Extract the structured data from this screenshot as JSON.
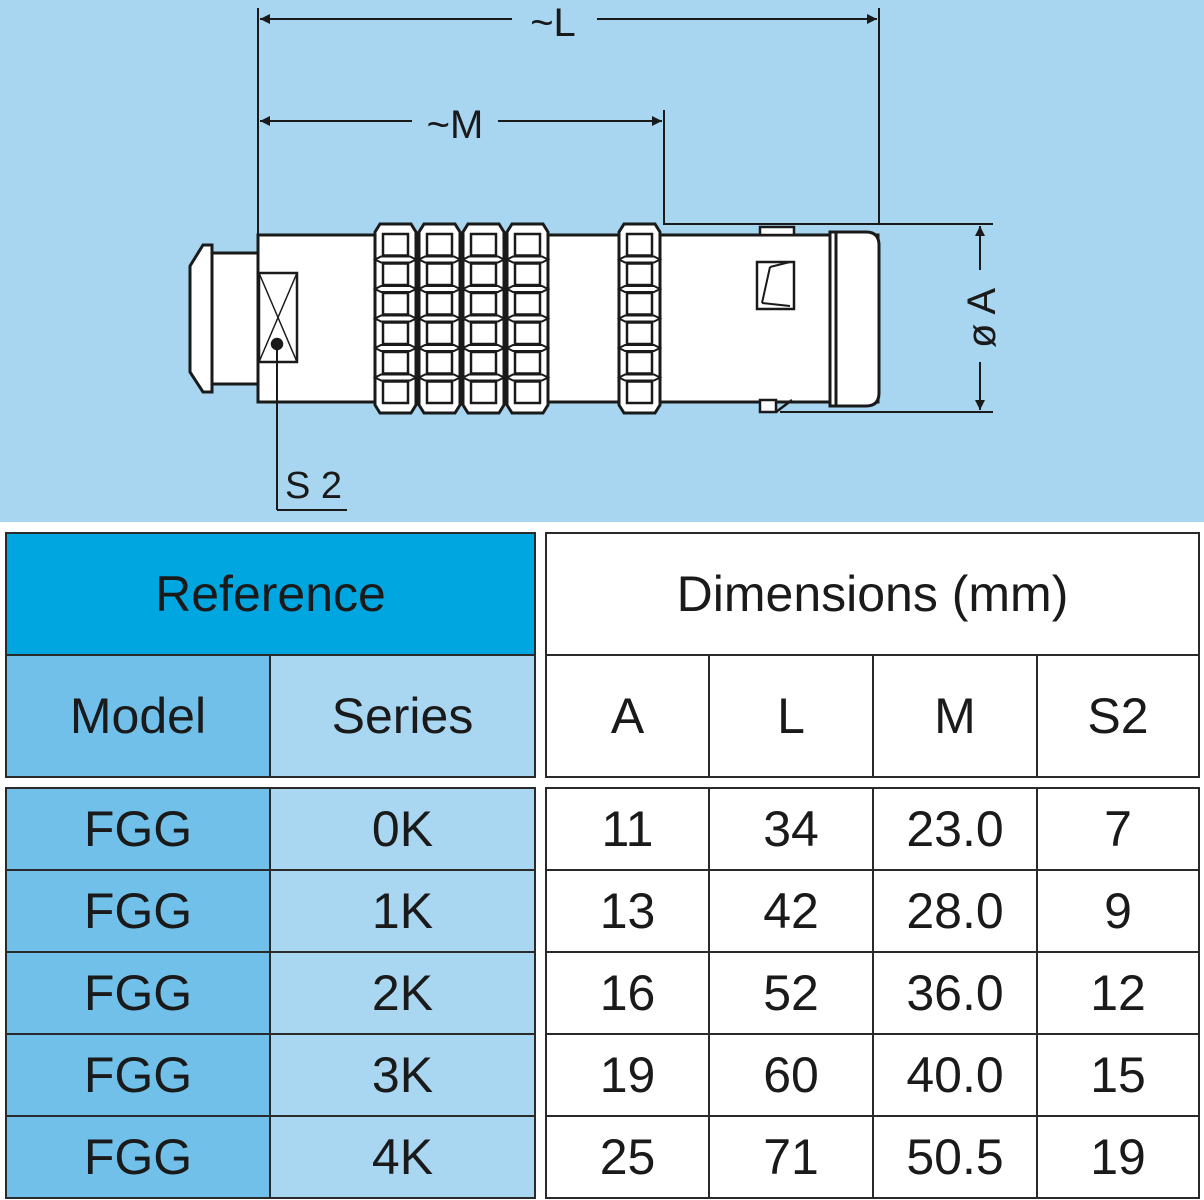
{
  "drawing": {
    "dimension_labels": {
      "L": "~L",
      "M": "~M",
      "diameter_A": "ø A",
      "S2": "S 2"
    },
    "background_color": "#a8d5f0"
  },
  "table": {
    "reference_header": "Reference",
    "dimensions_header": "Dimensions (mm)",
    "columns": {
      "model": "Model",
      "series": "Series",
      "A": "A",
      "L": "L",
      "M": "M",
      "S2": "S2"
    },
    "rows": [
      {
        "model": "FGG",
        "series": "0K",
        "A": "11",
        "L": "34",
        "M": "23.0",
        "S2": "7"
      },
      {
        "model": "FGG",
        "series": "1K",
        "A": "13",
        "L": "42",
        "M": "28.0",
        "S2": "9"
      },
      {
        "model": "FGG",
        "series": "2K",
        "A": "16",
        "L": "52",
        "M": "36.0",
        "S2": "12"
      },
      {
        "model": "FGG",
        "series": "3K",
        "A": "19",
        "L": "60",
        "M": "40.0",
        "S2": "15"
      },
      {
        "model": "FGG",
        "series": "4K",
        "A": "25",
        "L": "71",
        "M": "50.5",
        "S2": "19"
      }
    ],
    "colors": {
      "reference_header": "#00a6df",
      "model_column": "#70c0ea",
      "series_column": "#a9d6f1",
      "dimensions": "#ffffff"
    }
  }
}
